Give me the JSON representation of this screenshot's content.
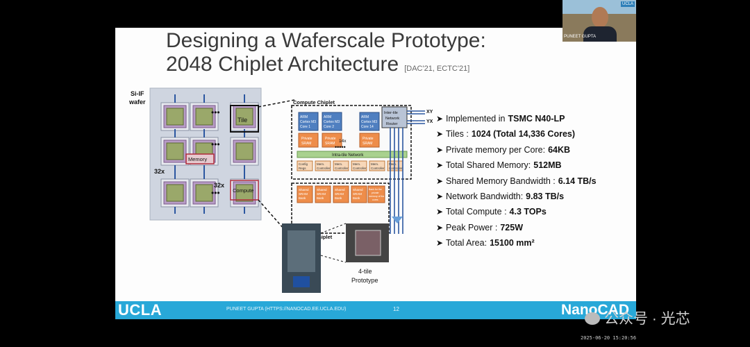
{
  "slide": {
    "title_line1": "Designing a Waferscale Prototype:",
    "title_line2": "2048 Chiplet Architecture",
    "citation": "[DAC'21, ECTC'21]"
  },
  "diagram": {
    "wafer_label_1": "Si-IF",
    "wafer_label_2": "wafer",
    "tile_label": "Tile",
    "memory_label": "Memory",
    "compute_label": "Compute",
    "count_32x_a": "32x",
    "count_32x_b": "32x",
    "compute_chiplet": "Compute Chiplet",
    "memory_chiplet": "Memory Chiplet",
    "core_1": [
      "ARM",
      "Cortex M3",
      "Core 1"
    ],
    "core_2": [
      "ARM",
      "Cortex M3",
      "Core 2"
    ],
    "core_14": [
      "ARM",
      "Cortex M3",
      "Core 14"
    ],
    "core_repeat": "14x",
    "private_sram": [
      "Private",
      "SRAM"
    ],
    "intra_tile": "Intra-tile Network",
    "mem_controller": [
      "Mem.",
      "Controller"
    ],
    "config_regs": [
      "Config",
      "Regs"
    ],
    "inter_tile": [
      "Inter-tile",
      "Network",
      "Router"
    ],
    "shared_sram": [
      "Shared",
      "SRAM",
      "Bank"
    ],
    "bank_note": [
      "Bank for the",
      "private",
      "memory of the",
      "cores"
    ],
    "xy": "XY",
    "yx": "YX",
    "prototype_label_1": "4-tile",
    "prototype_label_2": "Prototype"
  },
  "specs": [
    {
      "label": "Implemented in",
      "value": "TSMC N40-LP"
    },
    {
      "label": "Tiles :",
      "value": "1024 (Total 14,336 Cores)"
    },
    {
      "label": "Private memory per Core:",
      "value": "64KB"
    },
    {
      "label": "Total Shared Memory:",
      "value": "512MB"
    },
    {
      "label": "Shared Memory Bandwidth :",
      "value": "6.14 TB/s"
    },
    {
      "label": "Network Bandwidth:",
      "value": "9.83 TB/s"
    },
    {
      "label": "Total Compute :",
      "value": "4.3 TOPs"
    },
    {
      "label": "Peak Power :",
      "value": "725W"
    },
    {
      "label": "Total Area:",
      "value": "15100 mm²"
    }
  ],
  "footer": {
    "ucla": "UCLA",
    "credit": "PUNEET GUPTA (HTTPS://NANOCAD.EE.UCLA.EDU)",
    "page": "12",
    "nanocad": "NanoCAD"
  },
  "webcam": {
    "name": "PUNEET GUPTA",
    "logo": "UCLA"
  },
  "watermark": "公众号 · 光芯",
  "timestamp": "2025-06-20 15:20:56",
  "colors": {
    "footer_blue": "#28a8d8",
    "core_blue": "#4f7fc0",
    "sram_orange": "#ee8d4a",
    "network_green": "#a9d18e",
    "tile_highlight": "#b02a3a"
  }
}
